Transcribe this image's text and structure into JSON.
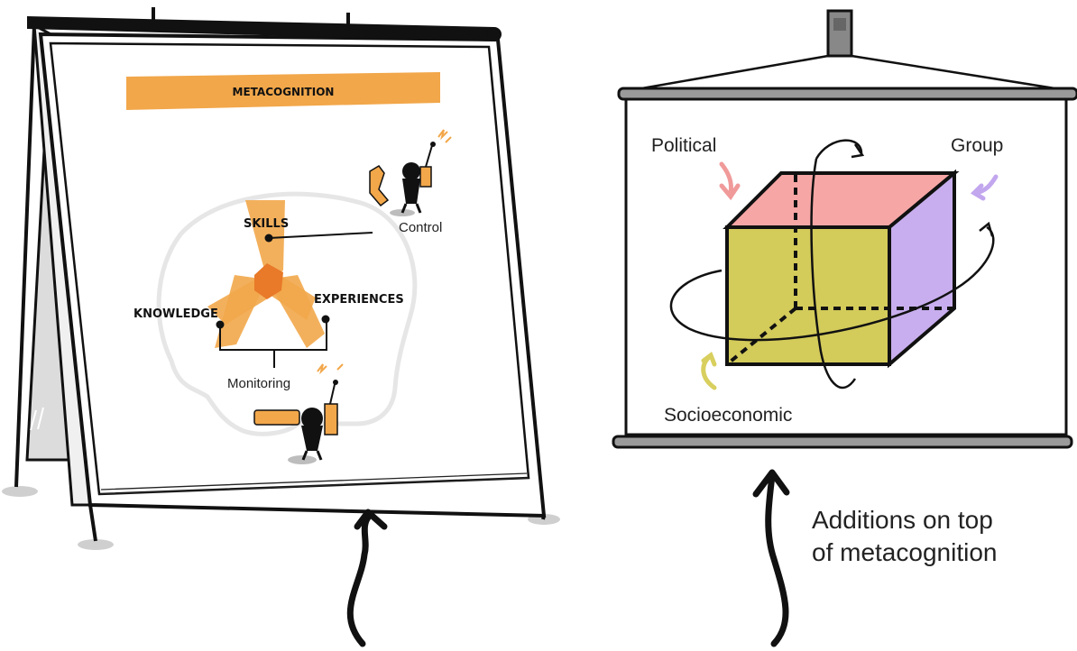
{
  "flipchart": {
    "banner": "METACOGNITION",
    "skills": "SKILLS",
    "knowledge": "KNOWLEDGE",
    "experiences": "EXPERIENCES",
    "control": "Control",
    "monitoring": "Monitoring"
  },
  "screen": {
    "political": "Political",
    "group": "Group",
    "socioeconomic": "Socioeconomic"
  },
  "caption": {
    "line1": "Additions on top",
    "line2": "of metacognition"
  },
  "colors": {
    "orange": "#F2A74A",
    "orange_dark": "#E87A2A",
    "cube_top": "#F7A6A6",
    "cube_front": "#D3CB5A",
    "cube_side": "#C8AEEE",
    "political_arrow": "#F09A9A",
    "group_arrow": "#C2A6EE",
    "socio_arrow": "#D8CF5E"
  }
}
